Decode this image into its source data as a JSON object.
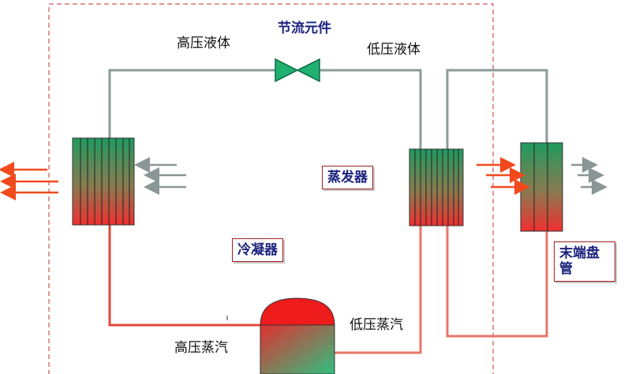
{
  "labels": {
    "throttle": "节流元件",
    "high_pressure_liquid": "高压液体",
    "low_pressure_liquid": "低压液体",
    "evaporator": "蒸发器",
    "condenser": "冷凝器",
    "terminal_coil": "末端盘管",
    "low_pressure_vapor": "低压蒸汽",
    "high_pressure_vapor": "高压蒸汽"
  },
  "colors": {
    "liquid_line": "#8c9a9a",
    "vapor_line": "#e04a3a",
    "return_line": "#e8766a",
    "hot_arrow": "#f04a1e",
    "cool_arrow": "#8a9696",
    "boundary": "#c03030",
    "coil_top": "#1f9a5e",
    "coil_bottom": "#f03030",
    "valve": "#20b070"
  }
}
